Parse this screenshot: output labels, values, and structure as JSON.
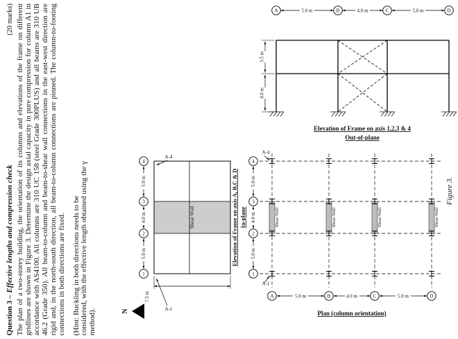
{
  "page": {
    "question": {
      "heading_label": "Question 3 ",
      "heading_title": "– Effective lengths and compression check",
      "marks": "(20 marks)",
      "body": "The plan of a two-storey building, the orientation of its columns and elevations of the frame on different gridlines are shown in Figure 3. Determine the design axial capacity in pure compression for column A1 in accordance with AS4100. All columns are 310 UC 158 (steel Grade 300PLUS) and all beams are 310 UB 46.2 (Grade 350). All beam-to-column and beam-to-shear wall connections in the east-west direction are rigid and, in the north-south direction, all beam-to-column connections are pinned. The column-to-footing connections in both directions are fixed.",
      "hint": "(Hint: Buckling in both directions needs to be considered, with the effective length obtained using the γ method)."
    },
    "figure_caption": "Figure 3.",
    "north_label": "N",
    "out_of_plane": {
      "title": "Elevation of Frame on axis 1,2,3 & 4",
      "subtitle": "Out-of-plane",
      "axes": [
        "A",
        "B",
        "C",
        "D"
      ],
      "span_dims": [
        "5.0 m",
        "4.0 m",
        "5.0 m"
      ],
      "storey_dims": [
        "3.5 m",
        "4.0 m"
      ]
    },
    "in_plane": {
      "title": "Elevation of Frame on axis A, B,C & D",
      "subtitle": "In-plane",
      "axes": [
        "4",
        "3",
        "2",
        "1"
      ],
      "span_dims": [
        "5.0 m",
        "4.0 m",
        "5.0 m"
      ],
      "height_dim": "7.5 m",
      "wall_label": "Shear Wall",
      "mark_a4": "A-4",
      "mark_a1": "A-1"
    },
    "plan": {
      "title": "Plan (column orientation)",
      "number_axes": [
        "4",
        "3",
        "2",
        "1"
      ],
      "letter_axes": [
        "A",
        "B",
        "C",
        "D"
      ],
      "ns_dims": [
        "5.0 m",
        "4.0 m",
        "5.0 m"
      ],
      "ew_dims": [
        "5.0 m",
        "4.0 m",
        "5.0 m"
      ],
      "wall_label": "Shear Wall",
      "mark_a4": "A-4",
      "mark_a1": "A-1"
    }
  }
}
